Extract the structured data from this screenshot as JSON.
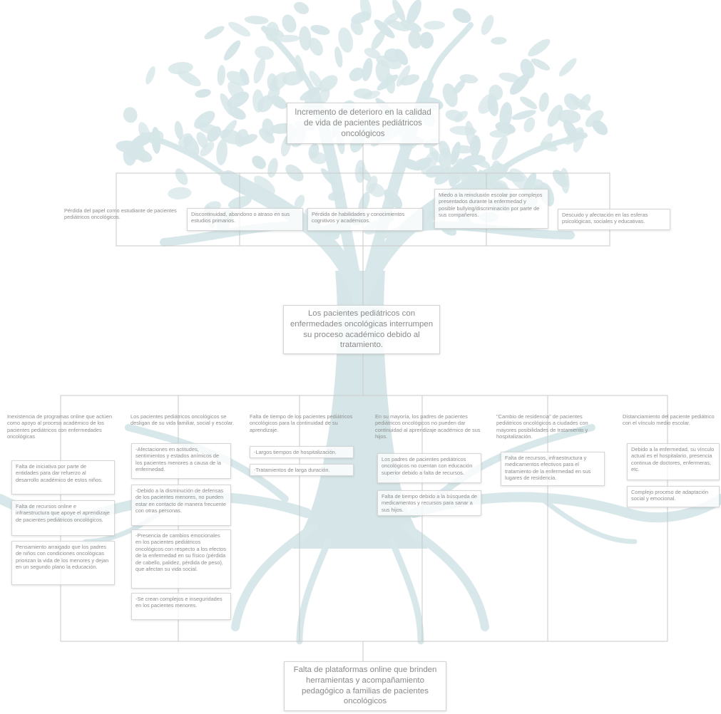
{
  "colors": {
    "tree": "#d6e6e8",
    "line": "#c6c6c6",
    "text": "#8a8a8a"
  },
  "effect": "Incremento de deterioro en la calidad de vida de pacientes pediátricos oncológicos",
  "problem": "Los pacientes pediátricos con enfermedades oncológicas interrumpen su proceso académico debido al tratamiento.",
  "root_cause": "Falta de plataformas online que brinden herramientas y acompañamiento pedagógico a familias de pacientes oncológicos",
  "consequences": [
    "Pérdida del papel como estudiante de pacientes pediátricos oncológicos.",
    "Discontinuidad, abandono o atraso en sus estudios primarios.",
    "Pérdida de habilidades y conocimientos cognitivos y académicos.",
    "Miedo a la reinclusión escolar por complejos presentados durante la enfermedad y posible bullying/discriminación por parte de sus compañeros.",
    "Descuido y afectación en las esferas psicológicas, sociales y educativas."
  ],
  "causes": [
    {
      "title": "Inexistencia de programas online que actúen como apoyo al proceso académico de los pacientes pediátricos con enfermedades oncológicas",
      "subs": [
        "Falta de iniciativa por parte de entidades para dar refuerzo al desarrollo académico de estos niños.",
        "Falta de recursos online e infraestructura que apoye el aprendizaje de pacientes pediátricos oncológicos.",
        "Pensamiento arraigado que los padres de niños con condiciones oncológicas priorizan la vida de los menores y dejan en un segundo plano la educación."
      ]
    },
    {
      "title": "Los pacientes pediátricos oncológicos se desligan de su vida familiar, social y escolar.",
      "subs": [
        "-Afectaciones en actitudes, sentimientos y estados anímicos de los pacientes menores a causa de la enfermedad.",
        "-Debido a la disminución de defensas de los pacientes menores, no pueden estar en contacto de manera frecuente con otras personas.",
        "-Presencia de cambios emocionales en los pacientes pediátricos oncológicos con respecto a los efectos de la enfermedad en su físico (pérdida de cabello, palidez, pérdida de peso), que afectan su vida social.",
        "-Se crean complejos e inseguridades en los pacientes menores."
      ]
    },
    {
      "title": "Falta de tiempo de los pacientes pediátricos oncológicos para la continuidad de su aprendizaje.",
      "subs": [
        "-Largos tiempos de hospitalización.",
        "-Tratamientos de larga duración."
      ]
    },
    {
      "title": "En su mayoría, los padres de pacientes pediátricos oncológicos no pueden dar continuidad al aprendizaje académico de sus hijos.",
      "subs": [
        "Los padres de pacientes pediátricos oncológicos no cuentan con educación superior debido a falta de recursos.",
        "Falta de tiempo debido a la búsqueda de medicamentos y recursos para sanar a sus hijos."
      ]
    },
    {
      "title": "\"Cambio de residencia\" de pacientes pediátricos oncológicos a ciudades con mayores posibilidades de tratamiento y hospitalización.",
      "subs": [
        "Falta de recursos, infraestructura y medicamentos efectivos para el tratamiento de la enfermedad en sus lugares de residencia."
      ]
    },
    {
      "title": "Distanciamiento del paciente pediátrico con el vínculo medio escolar.",
      "subs": [
        "Debido a la enfermedad, su vínculo actual es el hospitalario, presencia continua de doctores, enfermeras, etc.",
        "Complejo proceso de adaptación social y emocional."
      ]
    }
  ]
}
